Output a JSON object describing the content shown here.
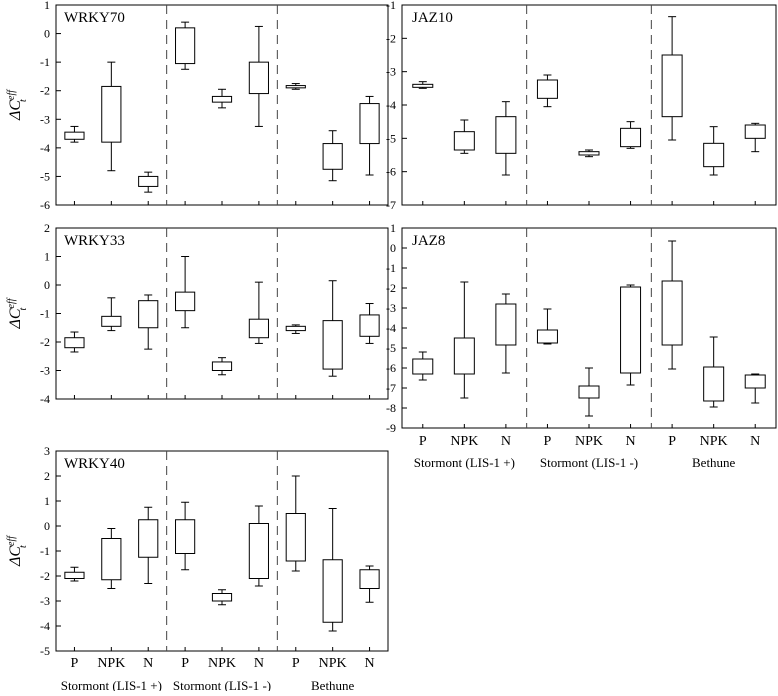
{
  "chart_data": [
    {
      "type": "box",
      "title": "WRKY70",
      "ylabel_main": "ΔC",
      "ylabel_sup": "eff",
      "ylabel_sub": "t",
      "ylim": [
        -6,
        1
      ],
      "yticks": [
        1,
        0,
        -1,
        -2,
        -3,
        -4,
        -5,
        -6
      ],
      "groups": [
        "Stormont (LIS-1 +)",
        "Stormont (LIS-1 -)",
        "Bethune"
      ],
      "categories": [
        "P",
        "NPK",
        "N"
      ],
      "boxes": [
        {
          "group": "Stormont (LIS-1 +)",
          "category": "P",
          "min": -3.8,
          "q1": -3.7,
          "q3": -3.45,
          "max": -3.25
        },
        {
          "group": "Stormont (LIS-1 +)",
          "category": "NPK",
          "min": -4.8,
          "q1": -3.8,
          "q3": -1.85,
          "max": -1.0
        },
        {
          "group": "Stormont (LIS-1 +)",
          "category": "N",
          "min": -5.55,
          "q1": -5.35,
          "q3": -5.0,
          "max": -4.85
        },
        {
          "group": "Stormont (LIS-1 -)",
          "category": "P",
          "min": -1.25,
          "q1": -1.05,
          "q3": 0.2,
          "max": 0.4
        },
        {
          "group": "Stormont (LIS-1 -)",
          "category": "NPK",
          "min": -2.6,
          "q1": -2.4,
          "q3": -2.2,
          "max": -1.95
        },
        {
          "group": "Stormont (LIS-1 -)",
          "category": "N",
          "min": -3.25,
          "q1": -2.1,
          "q3": -1.0,
          "max": 0.25
        },
        {
          "group": "Bethune",
          "category": "P",
          "min": -1.95,
          "q1": -1.9,
          "q3": -1.82,
          "max": -1.75
        },
        {
          "group": "Bethune",
          "category": "NPK",
          "min": -5.15,
          "q1": -4.75,
          "q3": -3.85,
          "max": -3.4
        },
        {
          "group": "Bethune",
          "category": "N",
          "min": -4.95,
          "q1": -3.85,
          "q3": -2.45,
          "max": -2.2
        }
      ]
    },
    {
      "type": "box",
      "title": "WRKY33",
      "ylabel_main": "ΔC",
      "ylabel_sup": "eff",
      "ylabel_sub": "t",
      "ylim": [
        -4,
        2
      ],
      "yticks": [
        2,
        1,
        0,
        -1,
        -2,
        -3,
        -4
      ],
      "groups": [
        "Stormont (LIS-1 +)",
        "Stormont (LIS-1 -)",
        "Bethune"
      ],
      "categories": [
        "P",
        "NPK",
        "N"
      ],
      "boxes": [
        {
          "group": "Stormont (LIS-1 +)",
          "category": "P",
          "min": -2.35,
          "q1": -2.2,
          "q3": -1.85,
          "max": -1.65
        },
        {
          "group": "Stormont (LIS-1 +)",
          "category": "NPK",
          "min": -1.6,
          "q1": -1.45,
          "q3": -1.1,
          "max": -0.45
        },
        {
          "group": "Stormont (LIS-1 +)",
          "category": "N",
          "min": -2.25,
          "q1": -1.5,
          "q3": -0.55,
          "max": -0.35
        },
        {
          "group": "Stormont (LIS-1 -)",
          "category": "P",
          "min": -1.5,
          "q1": -0.9,
          "q3": -0.25,
          "max": 1.0
        },
        {
          "group": "Stormont (LIS-1 -)",
          "category": "NPK",
          "min": -3.15,
          "q1": -3.0,
          "q3": -2.7,
          "max": -2.55
        },
        {
          "group": "Stormont (LIS-1 -)",
          "category": "N",
          "min": -2.05,
          "q1": -1.85,
          "q3": -1.2,
          "max": 0.1
        },
        {
          "group": "Bethune",
          "category": "P",
          "min": -1.7,
          "q1": -1.6,
          "q3": -1.45,
          "max": -1.4
        },
        {
          "group": "Bethune",
          "category": "NPK",
          "min": -3.2,
          "q1": -2.95,
          "q3": -1.25,
          "max": 0.15
        },
        {
          "group": "Bethune",
          "category": "N",
          "min": -2.05,
          "q1": -1.8,
          "q3": -1.05,
          "max": -0.65
        }
      ]
    },
    {
      "type": "box",
      "title": "WRKY40",
      "ylabel_main": "ΔC",
      "ylabel_sup": "eff",
      "ylabel_sub": "t",
      "ylim": [
        -5,
        3
      ],
      "yticks": [
        3,
        2,
        1,
        0,
        -1,
        -2,
        -3,
        -4,
        -5
      ],
      "groups": [
        "Stormont (LIS-1 +)",
        "Stormont (LIS-1 -)",
        "Bethune"
      ],
      "categories": [
        "P",
        "NPK",
        "N"
      ],
      "xlabels": [
        "P",
        "NPK",
        "N",
        "P",
        "NPK",
        "N",
        "P",
        "NPK",
        "N"
      ],
      "boxes": [
        {
          "group": "Stormont (LIS-1 +)",
          "category": "P",
          "min": -2.2,
          "q1": -2.1,
          "q3": -1.85,
          "max": -1.65
        },
        {
          "group": "Stormont (LIS-1 +)",
          "category": "NPK",
          "min": -2.5,
          "q1": -2.15,
          "q3": -0.5,
          "max": -0.1
        },
        {
          "group": "Stormont (LIS-1 +)",
          "category": "N",
          "min": -2.3,
          "q1": -1.25,
          "q3": 0.25,
          "max": 0.75
        },
        {
          "group": "Stormont (LIS-1 -)",
          "category": "P",
          "min": -1.75,
          "q1": -1.1,
          "q3": 0.25,
          "max": 0.95
        },
        {
          "group": "Stormont (LIS-1 -)",
          "category": "NPK",
          "min": -3.15,
          "q1": -3.0,
          "q3": -2.7,
          "max": -2.55
        },
        {
          "group": "Stormont (LIS-1 -)",
          "category": "N",
          "min": -2.4,
          "q1": -2.1,
          "q3": 0.1,
          "max": 0.8
        },
        {
          "group": "Bethune",
          "category": "P",
          "min": -1.8,
          "q1": -1.4,
          "q3": 0.5,
          "max": 2.0
        },
        {
          "group": "Bethune",
          "category": "NPK",
          "min": -4.2,
          "q1": -3.85,
          "q3": -1.35,
          "max": 0.7
        },
        {
          "group": "Bethune",
          "category": "N",
          "min": -3.05,
          "q1": -2.5,
          "q3": -1.75,
          "max": -1.6
        }
      ]
    },
    {
      "type": "box",
      "title": "JAZ10",
      "ylim": [
        -7,
        -1
      ],
      "yticks": [
        -1,
        -2,
        -3,
        -4,
        -5,
        -6,
        -7
      ],
      "groups": [
        "Stormont (LIS-1 +)",
        "Stormont (LIS-1 -)",
        "Bethune"
      ],
      "categories": [
        "P",
        "NPK",
        "N"
      ],
      "boxes": [
        {
          "group": "Stormont (LIS-1 +)",
          "category": "P",
          "min": -3.5,
          "q1": -3.47,
          "q3": -3.38,
          "max": -3.3
        },
        {
          "group": "Stormont (LIS-1 +)",
          "category": "NPK",
          "min": -5.45,
          "q1": -5.35,
          "q3": -4.8,
          "max": -4.45
        },
        {
          "group": "Stormont (LIS-1 +)",
          "category": "N",
          "min": -6.1,
          "q1": -5.45,
          "q3": -4.35,
          "max": -3.9
        },
        {
          "group": "Stormont (LIS-1 -)",
          "category": "P",
          "min": -4.05,
          "q1": -3.8,
          "q3": -3.25,
          "max": -3.1
        },
        {
          "group": "Stormont (LIS-1 -)",
          "category": "NPK",
          "min": -5.55,
          "q1": -5.5,
          "q3": -5.4,
          "max": -5.35
        },
        {
          "group": "Stormont (LIS-1 -)",
          "category": "N",
          "min": -5.3,
          "q1": -5.25,
          "q3": -4.7,
          "max": -4.5
        },
        {
          "group": "Bethune",
          "category": "P",
          "min": -5.05,
          "q1": -4.35,
          "q3": -2.5,
          "max": -1.35
        },
        {
          "group": "Bethune",
          "category": "NPK",
          "min": -6.1,
          "q1": -5.85,
          "q3": -5.15,
          "max": -4.65
        },
        {
          "group": "Bethune",
          "category": "N",
          "min": -5.4,
          "q1": -5.0,
          "q3": -4.6,
          "max": -4.55
        }
      ]
    },
    {
      "type": "box",
      "title": "JAZ8",
      "ylim": [
        -9,
        1
      ],
      "yticks": [
        1,
        0,
        -1,
        -2,
        -3,
        -4,
        -5,
        -6,
        -7,
        -8,
        -9
      ],
      "groups": [
        "Stormont (LIS-1 +)",
        "Stormont (LIS-1 -)",
        "Bethune"
      ],
      "categories": [
        "P",
        "NPK",
        "N"
      ],
      "xlabels": [
        "P",
        "NPK",
        "N",
        "P",
        "NPK",
        "N",
        "P",
        "NPK",
        "N"
      ],
      "boxes": [
        {
          "group": "Stormont (LIS-1 +)",
          "category": "P",
          "min": -6.6,
          "q1": -6.3,
          "q3": -5.55,
          "max": -5.2
        },
        {
          "group": "Stormont (LIS-1 +)",
          "category": "NPK",
          "min": -7.5,
          "q1": -6.3,
          "q3": -4.5,
          "max": -1.7
        },
        {
          "group": "Stormont (LIS-1 +)",
          "category": "N",
          "min": -6.25,
          "q1": -4.85,
          "q3": -2.8,
          "max": -2.3
        },
        {
          "group": "Stormont (LIS-1 -)",
          "category": "P",
          "min": -4.8,
          "q1": -4.75,
          "q3": -4.1,
          "max": -3.05
        },
        {
          "group": "Stormont (LIS-1 -)",
          "category": "NPK",
          "min": -8.4,
          "q1": -7.5,
          "q3": -6.9,
          "max": -6.0
        },
        {
          "group": "Stormont (LIS-1 -)",
          "category": "N",
          "min": -6.85,
          "q1": -6.25,
          "q3": -1.95,
          "max": -1.85
        },
        {
          "group": "Bethune",
          "category": "P",
          "min": -6.05,
          "q1": -4.85,
          "q3": -1.65,
          "max": 0.35
        },
        {
          "group": "Bethune",
          "category": "NPK",
          "min": -7.95,
          "q1": -7.65,
          "q3": -5.95,
          "max": -4.45
        },
        {
          "group": "Bethune",
          "category": "N",
          "min": -7.75,
          "q1": -7.0,
          "q3": -6.35,
          "max": -6.3
        }
      ]
    }
  ]
}
